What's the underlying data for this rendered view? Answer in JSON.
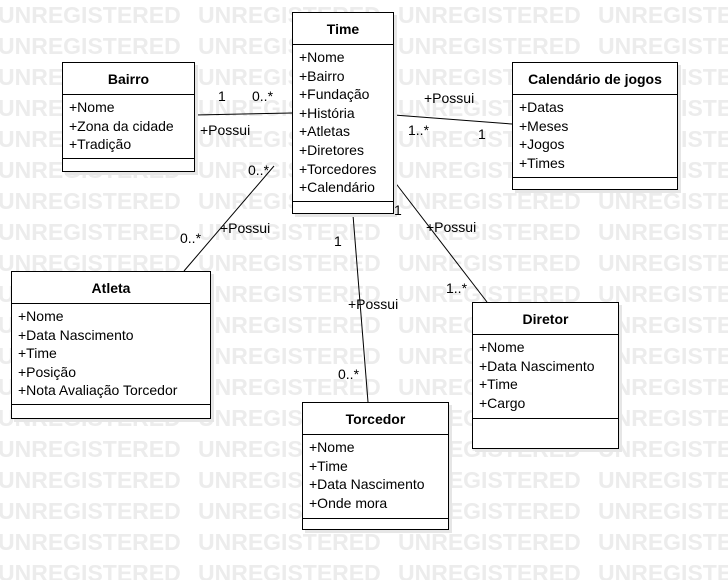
{
  "watermark_text": "UNREGISTERED",
  "classes": {
    "time": {
      "name": "Time",
      "attributes": [
        "+Nome",
        "+Bairro",
        "+Fundação",
        "+História",
        "+Atletas",
        "+Diretores",
        "+Torcedores",
        "+Calendário"
      ]
    },
    "bairro": {
      "name": "Bairro",
      "attributes": [
        "+Nome",
        "+Zona da cidade",
        "+Tradição"
      ]
    },
    "calendario": {
      "name": "Calendário de jogos",
      "attributes": [
        "+Datas",
        "+Meses",
        "+Jogos",
        "+Times"
      ]
    },
    "atleta": {
      "name": "Atleta",
      "attributes": [
        "+Nome",
        "+Data Nascimento",
        "+Time",
        "+Posição",
        "+Nota Avaliação Torcedor"
      ]
    },
    "diretor": {
      "name": "Diretor",
      "attributes": [
        "+Nome",
        "+Data Nascimento",
        "+Time",
        "+Cargo"
      ]
    },
    "torcedor": {
      "name": "Torcedor",
      "attributes": [
        "+Nome",
        "+Time",
        "+Data Nascimento",
        "+Onde mora"
      ]
    }
  },
  "associations": {
    "bairro": {
      "name": "+Possui",
      "mult_source": "1",
      "mult_target": "0..*"
    },
    "calendario": {
      "name": "+Possui",
      "mult_source": "1..*",
      "mult_target": "1"
    },
    "atleta": {
      "name": "+Possui",
      "mult_source": "0..*",
      "mult_target": "0..*"
    },
    "diretor": {
      "name": "+Possui",
      "mult_source": "1",
      "mult_target": "1..*"
    },
    "torcedor": {
      "name": "+Possui",
      "mult_source": "1",
      "mult_target": "0..*"
    }
  }
}
